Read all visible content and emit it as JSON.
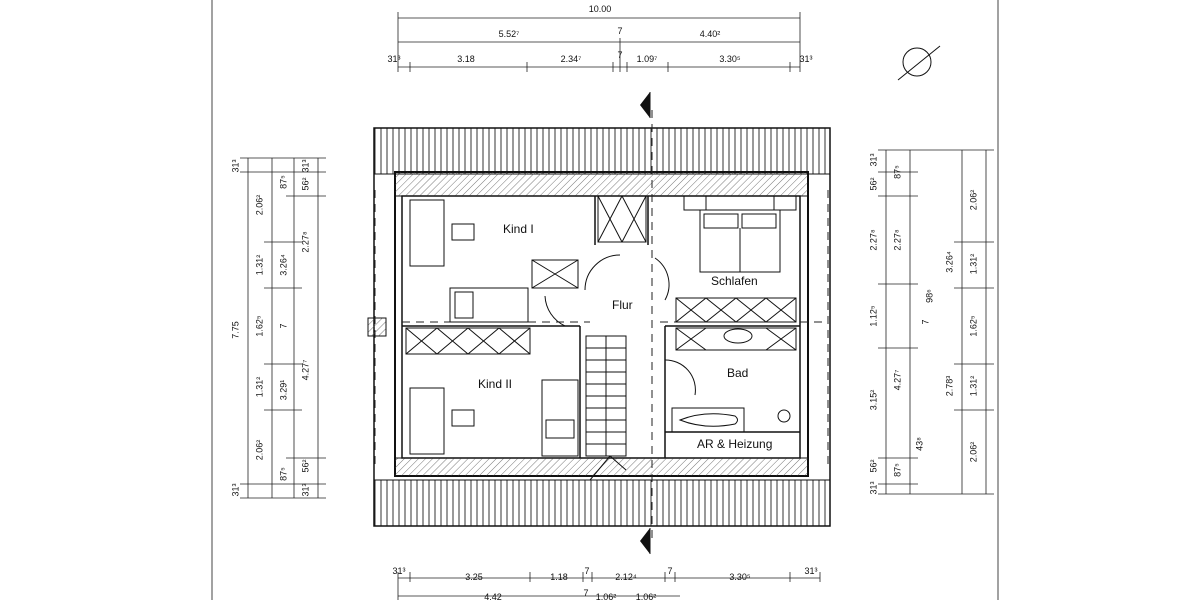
{
  "rooms": {
    "kind1": "Kind I",
    "kind2": "Kind II",
    "flur": "Flur",
    "schlafen": "Schlafen",
    "bad": "Bad",
    "ar_heizung": "AR & Heizung"
  },
  "dims_top": {
    "overall": "10.00",
    "row2": [
      "5.52⁷",
      "7",
      "4.40²"
    ],
    "row3": [
      "31³",
      "3.18",
      "2.34⁷",
      "7",
      "1.09⁷",
      "3.30⁵",
      "31³"
    ]
  },
  "dims_bottom": {
    "row1": [
      "31³",
      "3.25",
      "1.18",
      "7",
      "2.12⁴",
      "7",
      "3.30⁵",
      "31³"
    ],
    "row2": [
      "4.42",
      "7",
      "1.06²",
      "1.06²"
    ]
  },
  "dims_left": {
    "col1": [
      "31³",
      "7.75",
      "31³"
    ],
    "col2": [
      "2.06²",
      "1.31²",
      "1.62⁵",
      "1.31²",
      "2.06²"
    ],
    "col3": [
      "87⁵",
      "3.26⁴",
      "7",
      "3.29¹",
      "87⁵"
    ],
    "col4": [
      "31³",
      "56²",
      "2.27⁸",
      "4.27⁷",
      "56²",
      "31³"
    ]
  },
  "dims_right": {
    "col1": [
      "31³",
      "56²",
      "2.27⁸",
      "1.12⁵",
      "3.15²",
      "56²",
      "31³"
    ],
    "col2": [
      "87⁵",
      "2.27⁸",
      "98⁶",
      "4.27⁷",
      "43⁸",
      "87⁵"
    ],
    "col3": [
      "3.26⁴",
      "7",
      "2.78³"
    ],
    "col4": [
      "2.06²",
      "1.31²",
      "1.62⁵",
      "1.31²",
      "2.06²"
    ]
  }
}
